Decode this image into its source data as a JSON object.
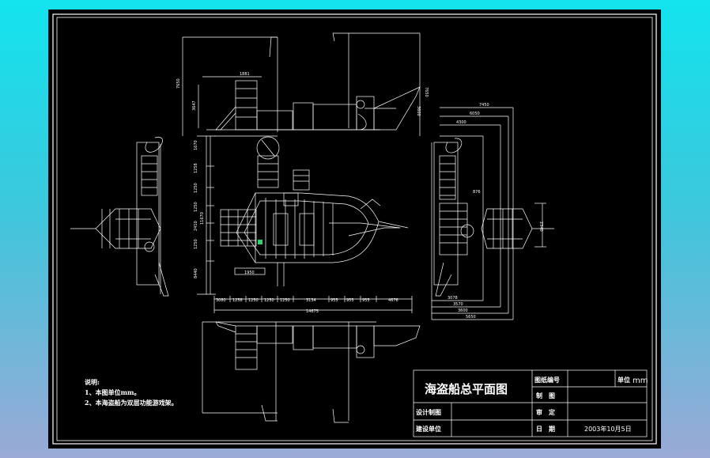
{
  "drawing": {
    "title": "海盗船总平面图",
    "notes": {
      "heading": "说明:",
      "items": [
        "1、本图单位mm。",
        "2、本海盗船为双层功能游戏架。"
      ]
    },
    "title_block": {
      "drawing_no_label": "图纸编号",
      "unit_label": "单位",
      "unit_value": "mm",
      "drafter_label": "制　图",
      "designer_label": "设计制图",
      "reviewer_label": "审　定",
      "builder_label": "建设单位",
      "date_label": "日　期",
      "date_value": "2003年10月5日"
    },
    "dimensions": {
      "top_left_height": "7650",
      "top_left_inner": "3647",
      "top_width": "1881",
      "top_right_height": "7650",
      "top_right_inner": "3600",
      "left_total": "11670",
      "left_segments": [
        "1670",
        "1258",
        "1250",
        "1250",
        "2410",
        "1250",
        "8440"
      ],
      "bottom_total": "14675",
      "bottom_segments": [
        "3080",
        "1258",
        "1250",
        "1250",
        "1250",
        "3134",
        "955",
        "955",
        "955",
        "4676"
      ],
      "plan_small": "1950",
      "right_widths": [
        "7450",
        "6050",
        "4300"
      ],
      "right_small": "876",
      "right_side": "2340",
      "right_bottom": [
        "3078",
        "3570",
        "3600",
        "5650"
      ]
    }
  }
}
